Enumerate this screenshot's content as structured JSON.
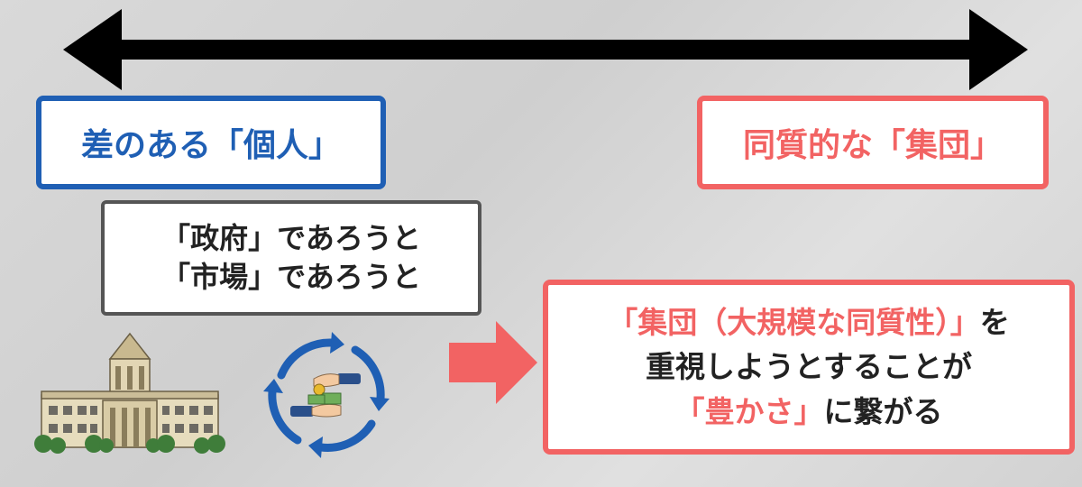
{
  "spectrum": {
    "left_label": "差のある「個人」",
    "right_label": "同質的な「集団」"
  },
  "gov_market": {
    "line1": "「政府」であろうと",
    "line2": "「市場」であろうと"
  },
  "conclusion": {
    "line1_red": "「集団（大規模な同質性）」",
    "line1_black": "を",
    "line2": "重視しようとすることが",
    "line3_red": "「豊かさ」",
    "line3_black": "に繋がる"
  },
  "colors": {
    "blue": "#1f5fb4",
    "red": "#f26363",
    "arrow": "#000000"
  },
  "icons": [
    "double-arrow-icon",
    "parliament-building-icon",
    "money-exchange-cycle-icon",
    "right-arrow-icon"
  ]
}
